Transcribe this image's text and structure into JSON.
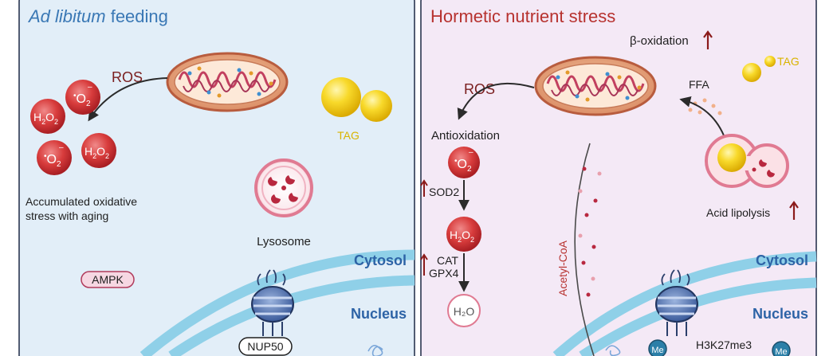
{
  "left_panel": {
    "title_italic": "Ad libitum",
    "title_rest": " feeding",
    "ros": "ROS",
    "h2o2_main": "H",
    "h2o2_sub": "2",
    "h2o2_o": "O",
    "o2_dot": "•",
    "o2_main": "O",
    "o2_sub": "2",
    "o2_sup": "–",
    "tag": "TAG",
    "lysosome": "Lysosome",
    "accumulated_line1": "Accumulated oxidative",
    "accumulated_line2": "stress with aging",
    "ampk": "AMPK",
    "cytosol": "Cytosol",
    "nucleus": "Nucleus",
    "nup50": "NUP50"
  },
  "right_panel": {
    "title": "Hormetic nutrient stress",
    "beta_oxidation": "β-oxidation",
    "ros": "ROS",
    "tag": "TAG",
    "ffa": "FFA",
    "antioxidation": "Antioxidation",
    "sod2": "SOD2",
    "cat": "CAT",
    "gpx4": "GPX4",
    "h2o": "H₂O",
    "acetyl_coa": "Acetyl-CoA",
    "acid_lipolysis": "Acid lipolysis",
    "cytosol": "Cytosol",
    "nucleus": "Nucleus",
    "h3k27me3": "H3K27me3",
    "me": "Me"
  },
  "colors": {
    "left_bg": "#e2eef8",
    "right_bg": "#f4e9f6",
    "title_blue": "#3a78b5",
    "title_red": "#b7322f",
    "ros_red": "#7a1f1f",
    "tag_yellow": "#d9b400",
    "cytosol_blue": "#2d63a6",
    "membrane": "#8fd0e8",
    "up_arrow": "#8b1a1a"
  }
}
